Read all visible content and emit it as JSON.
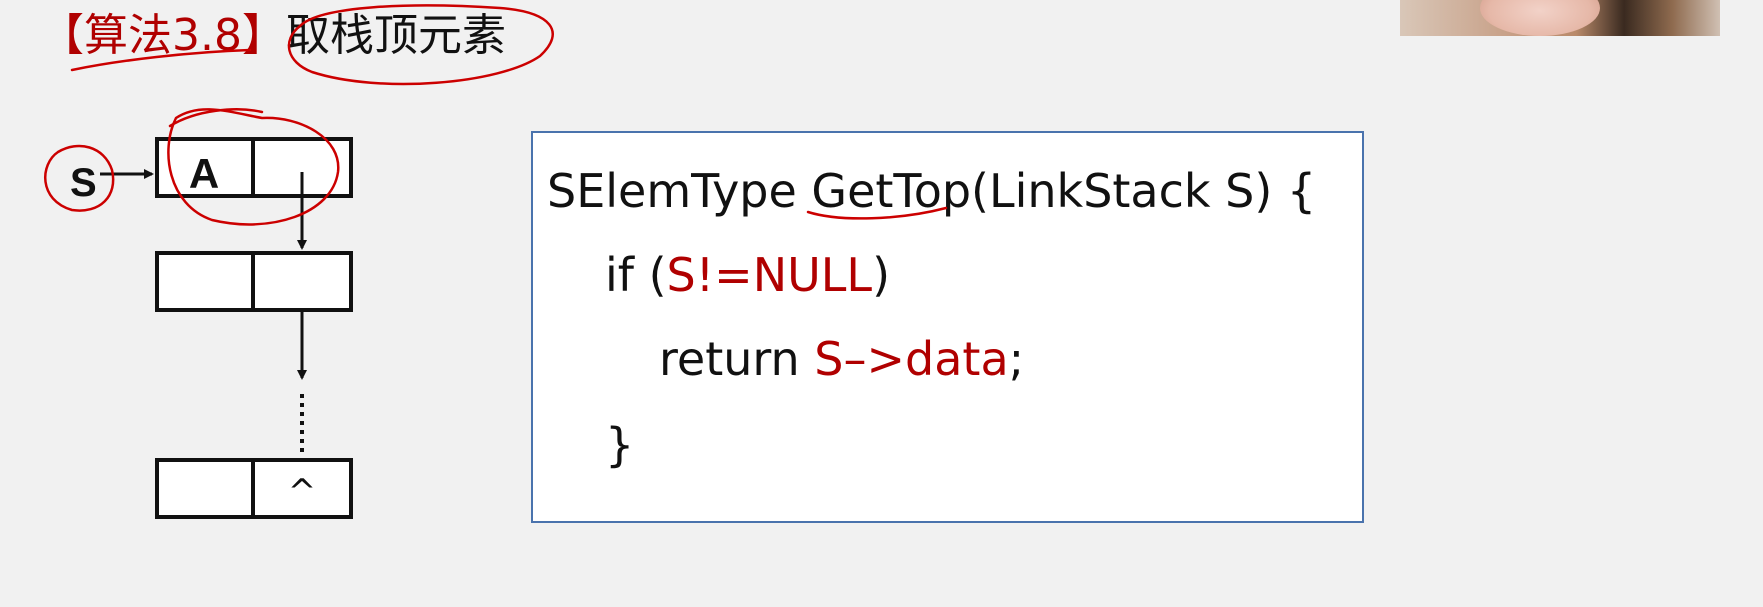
{
  "title": {
    "prefix": "【算法3.8】",
    "main": "取栈顶元素"
  },
  "diagram": {
    "pointer_label": "S",
    "top_node_data": "A",
    "null_symbol": "^"
  },
  "code": {
    "line1": "SElemType GetTop(LinkStack S) {",
    "line2_kw": "if (",
    "line2_cond": "S!=NULL",
    "line2_end": ")",
    "line3_kw": "return ",
    "line3_expr": "S–>data",
    "line3_end": ";",
    "line4": "}"
  },
  "colors": {
    "highlight_red": "#b00000",
    "box_border": "#4a73ad"
  }
}
